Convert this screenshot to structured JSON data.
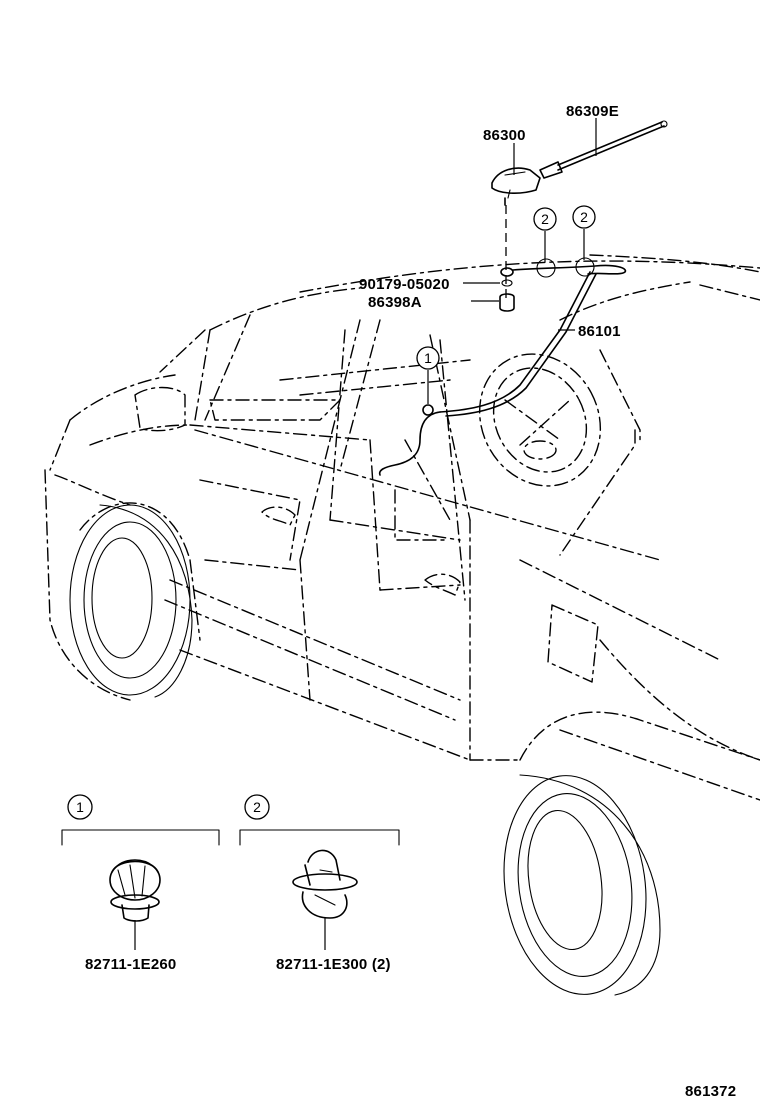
{
  "part_labels": {
    "antenna_rod": "86309E",
    "antenna_base": "86300",
    "screw": "90179-05020",
    "pad": "86398A",
    "cable": "86101"
  },
  "callouts": {
    "clip_1": "1",
    "clip_2_a": "2",
    "clip_2_b": "2"
  },
  "legend": {
    "group_1": {
      "number": "1",
      "part": "82711-1E260"
    },
    "group_2": {
      "number": "2",
      "part": "82711-1E300 (2)"
    }
  },
  "figure_id": "861372"
}
